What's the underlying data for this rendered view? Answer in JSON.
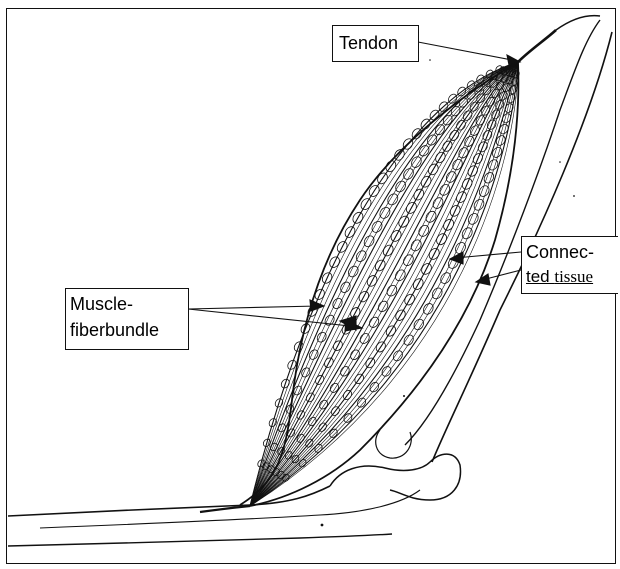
{
  "labels": {
    "tendon": "Tendon",
    "muscle_line1": "Muscle-",
    "muscle_line2": "fiberbundle",
    "connected_line1": "Connec-",
    "connected_line2_a": "ted ",
    "connected_line2_b": "tissue"
  },
  "colors": {
    "ink": "#111111",
    "background": "#ffffff"
  }
}
